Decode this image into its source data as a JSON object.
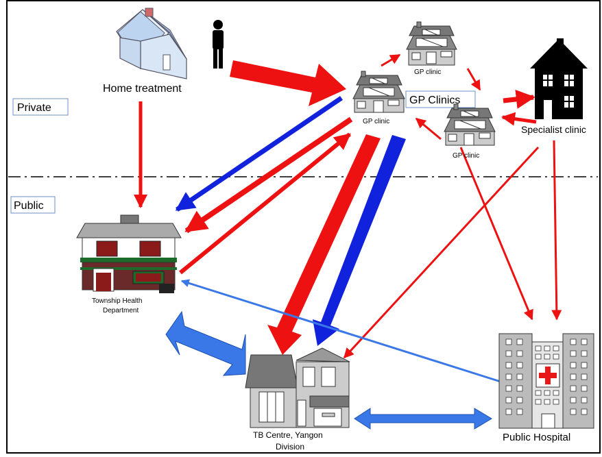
{
  "sections": {
    "private_label": "Private",
    "public_label": "Public"
  },
  "nodes": {
    "home": "Home treatment",
    "gp_clinics_title": "GP Clinics",
    "gp_clinic_top": "GP clinic",
    "gp_clinic_left": "GP clinic",
    "gp_clinic_right": "GP clinic",
    "specialist": "Specialist clinic",
    "township_line1": "Township Health",
    "township_line2": "Department",
    "tb_line1": "TB Centre, Yangon",
    "tb_line2": "Division",
    "hospital": "Public Hospital"
  },
  "icons": [
    "house-icon",
    "person-icon",
    "gp-clinic-icon",
    "specialist-clinic-icon",
    "township-building-icon",
    "tb-centre-building-icon",
    "hospital-icon"
  ],
  "colors": {
    "arrow_red": "#ee1111",
    "arrow_blue": "#1122dd",
    "arrow_light_blue": "#3a78e8",
    "border": "#000000"
  }
}
